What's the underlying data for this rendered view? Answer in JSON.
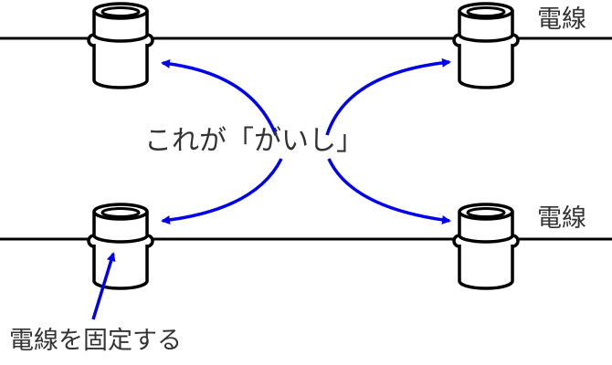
{
  "labels": {
    "wire_top": "電線",
    "wire_bottom": "電線",
    "insulator": "これが「がいし」",
    "insulator_role": "電線を固定する"
  },
  "colors": {
    "line": "#000000",
    "arrow": "#0000ee",
    "insulator_fill": "#ffffff",
    "text": "#333333"
  },
  "icons": {
    "insulator": "insulator-icon"
  }
}
